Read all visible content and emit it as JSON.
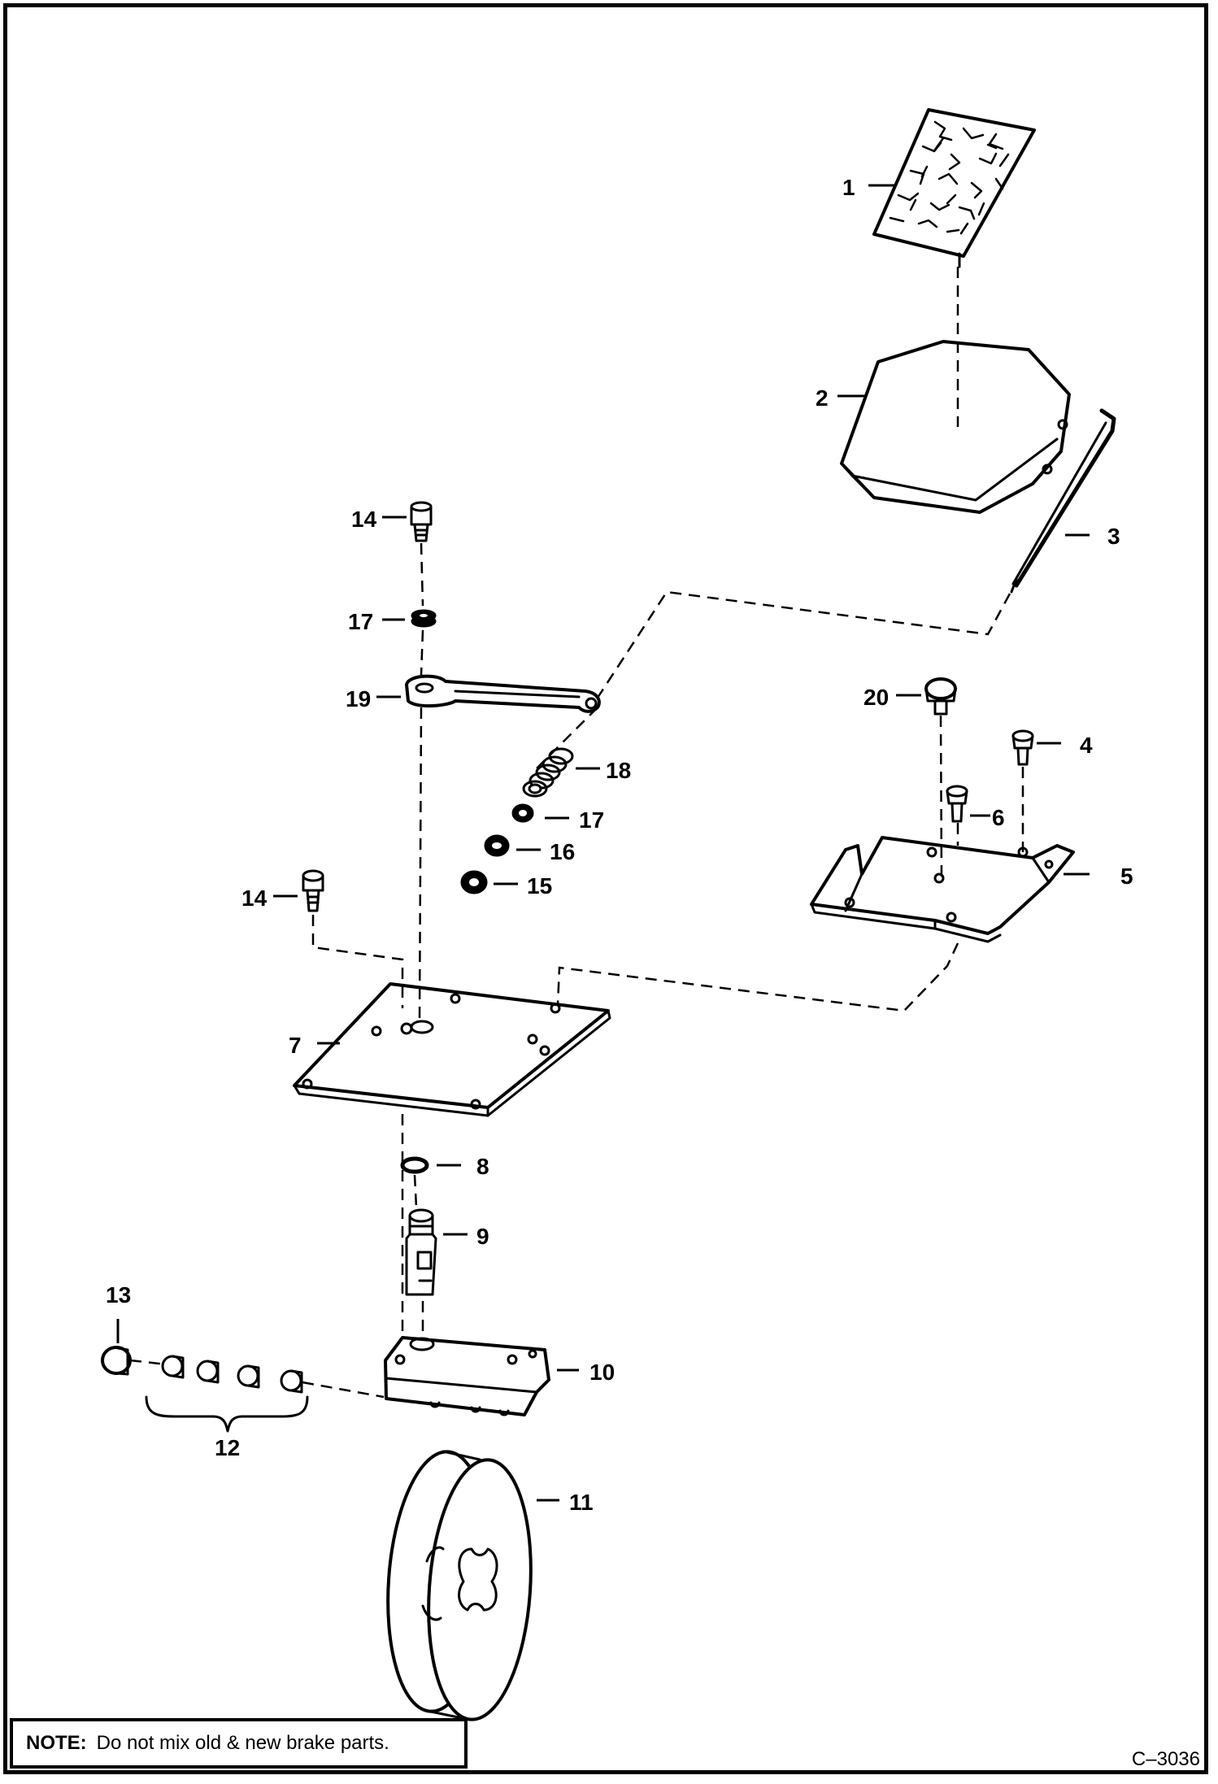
{
  "diagram": {
    "type": "exploded-parts-diagram",
    "callouts": [
      "1",
      "2",
      "3",
      "4",
      "5",
      "6",
      "7",
      "8",
      "9",
      "10",
      "11",
      "12",
      "13",
      "14",
      "14",
      "15",
      "16",
      "17",
      "17",
      "18",
      "19",
      "20"
    ],
    "note_label": "NOTE:",
    "note_text": "Do not mix old & new brake parts.",
    "figure_code": "C–3036"
  }
}
